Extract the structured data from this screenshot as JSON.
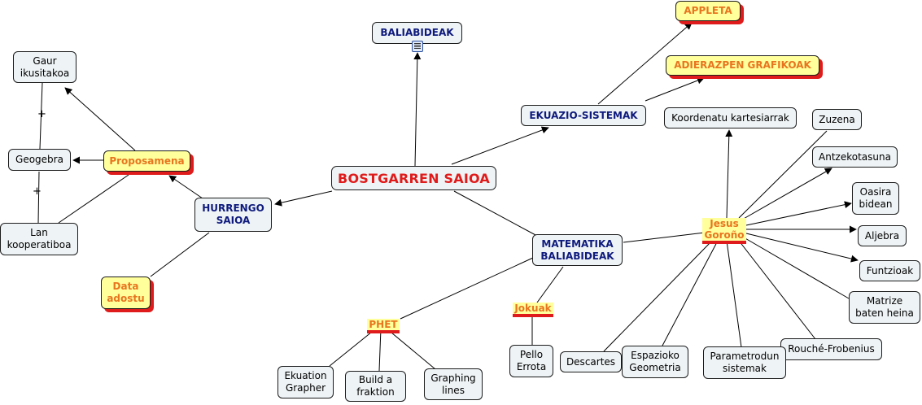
{
  "central": "BOSTGARREN SAIOA",
  "baliabideak": "BALIABIDEAK",
  "ekuazio": "EKUAZIO-SISTEMAK",
  "appleta": "APPLETA",
  "adierazpen": "ADIERAZPEN GRAFIKOAK",
  "hurrengo": "HURRENGO SAIOA",
  "proposamena": "Proposamena",
  "data_adostu": "Data adostu",
  "gaur": "Gaur ikusitakoa",
  "geogebra": "Geogebra",
  "lan": "Lan kooperatiboa",
  "plus": "+",
  "matematika": "MATEMATIKA BALIABIDEAK",
  "jesus": "Jesus Goroño",
  "phet": "PHET",
  "jokuak": "Jokuak",
  "koordenatu": "Koordenatu kartesiarrak",
  "zuzena": "Zuzena",
  "antzekotasuna": "Antzekotasuna",
  "oasira": "Oasira bidean",
  "aljebra": "Aljebra",
  "funtzioak": "Funtzioak",
  "matrize": "Matrize baten heina",
  "rouche": "Rouché-Frobenius",
  "parametrodun": "Parametrodun sistemak",
  "espazioko": "Espazioko Geometria",
  "descartes": "Descartes",
  "pello": "Pello Errota",
  "ekuation": "Ekuation Grapher",
  "build": "Build a fraktion",
  "graphing": "Graphing lines",
  "icon": "document-icon"
}
